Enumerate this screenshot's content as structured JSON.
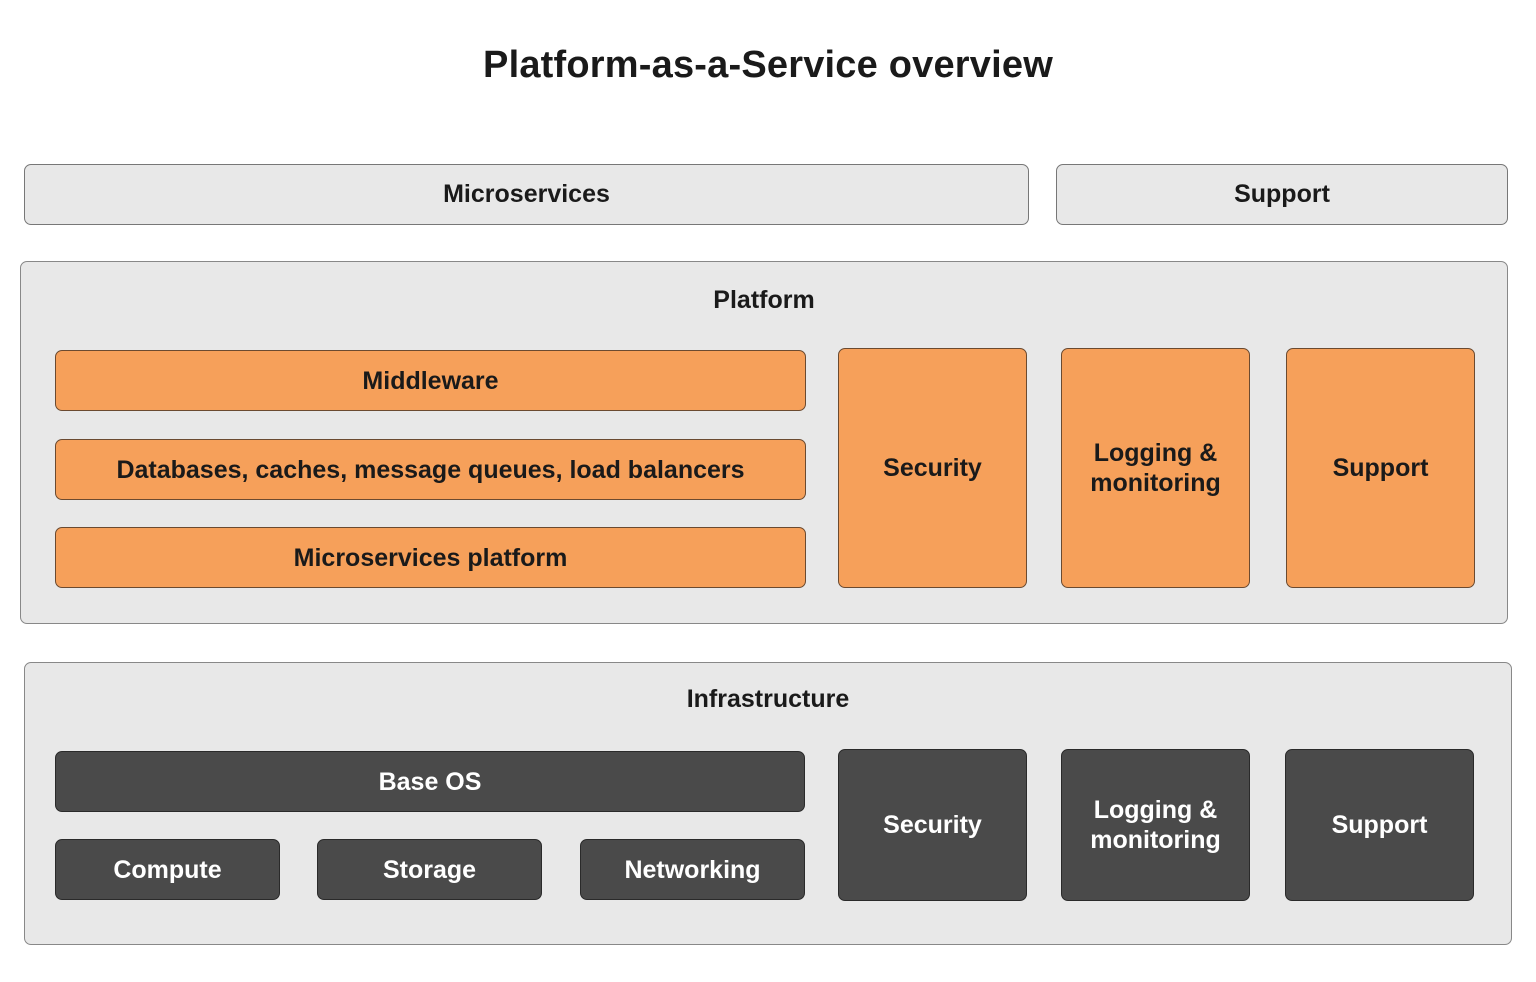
{
  "title": "Platform-as-a-Service overview",
  "top_row": {
    "microservices": "Microservices",
    "support": "Support"
  },
  "platform": {
    "label": "Platform",
    "middleware": "Middleware",
    "databases": "Databases, caches, message queues, load balancers",
    "microservices_platform": "Microservices platform",
    "security": "Security",
    "logging": "Logging & monitoring",
    "support": "Support",
    "color": "#f6a05a"
  },
  "infrastructure": {
    "label": "Infrastructure",
    "base_os": "Base OS",
    "compute": "Compute",
    "storage": "Storage",
    "networking": "Networking",
    "security": "Security",
    "logging": "Logging & monitoring",
    "support": "Support",
    "color": "#4a4a4a"
  }
}
